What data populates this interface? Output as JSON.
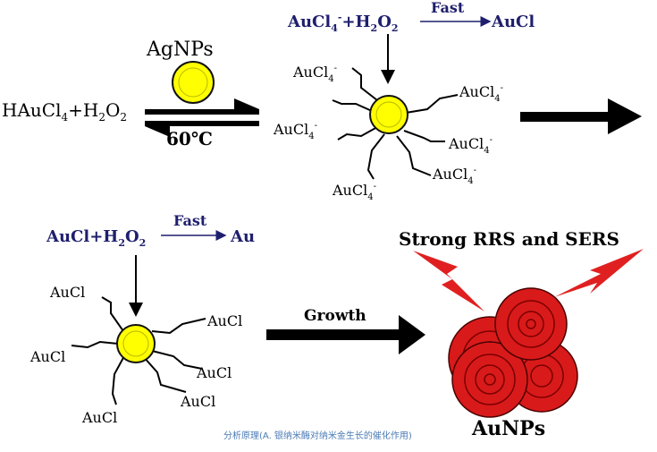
{
  "reactant_left": {
    "main": "HAuCl",
    "sub1": "4",
    "mid": "+H",
    "sub2": "2",
    "end": "O",
    "sub3": "2"
  },
  "catalyst": {
    "label": "AgNPs",
    "temperature": "60℃"
  },
  "top_eq": {
    "a": "AuCl",
    "a_sub": "4",
    "a_sup": "-",
    "b": "+H",
    "b_sub": "2",
    "b_end": "O",
    "b_sub2": "2",
    "fast": "Fast",
    "product": "AuCl"
  },
  "ligand_top": {
    "base": "AuCl",
    "sub": "4",
    "sup": "-"
  },
  "bottom_eq": {
    "a": "AuCl+H",
    "a_sub": "2",
    "a_end": "O",
    "a_sub2": "2",
    "fast": "Fast",
    "product": "Au"
  },
  "ligand_bottom": {
    "label": "AuCl"
  },
  "growth_label": "Growth",
  "rrs_label": "Strong RRS and SERS",
  "aunps_label": "AuNPs",
  "caption": "分析原理(A. 银纳米酶对纳米金生长的催化作用)",
  "colors": {
    "accent_blue": "#1f1f6e",
    "yellow": "#ffff00",
    "red": "#d91a1a",
    "dark_red": "#a00000",
    "black": "#000000",
    "caption": "#4a7ab5"
  }
}
